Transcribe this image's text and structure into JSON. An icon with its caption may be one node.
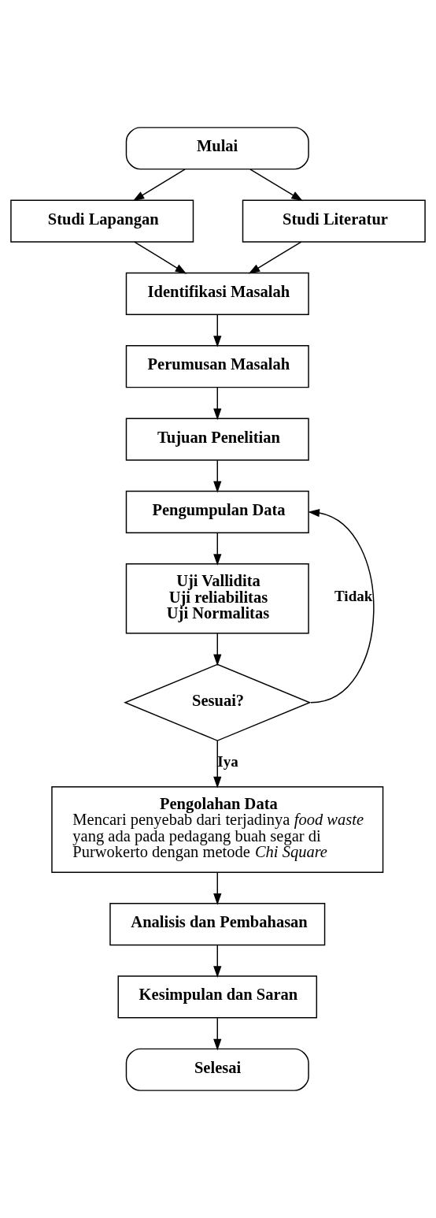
{
  "diagram": {
    "nodes": [
      {
        "text": [
          "Mulai"
        ]
      },
      {
        "text": [
          "Studi Lapangan"
        ]
      },
      {
        "text": [
          "Studi Literatur"
        ]
      },
      {
        "text": [
          "Identifikasi Masalah"
        ]
      },
      {
        "text": [
          "Perumusan Masalah"
        ]
      },
      {
        "text": [
          "Tujuan Penelitian"
        ]
      },
      {
        "text": [
          "Pengumpulan Data"
        ]
      },
      {
        "text": [
          "Uji Vallidita",
          "Uji reliabilitas",
          "Uji Normalitas"
        ]
      },
      {
        "text": [
          "Sesuai?"
        ]
      },
      {
        "text": [
          "Pengolahan Data",
          "Mencari penyebab dari terjadinya *food waste* yang ada pada pedagang buah segar di Purwokerto dengan metode *Chi Square*"
        ]
      },
      {
        "text": [
          "Analisis dan Pembahasan"
        ]
      },
      {
        "text": [
          "Kesimpulan dan Saran"
        ]
      },
      {
        "text": [
          "Selesai"
        ]
      }
    ],
    "edges": [
      {
        "from": 0,
        "to": 1,
        "arrow": "to"
      },
      {
        "from": 0,
        "to": 2,
        "arrow": "to"
      },
      {
        "from": 1,
        "to": 3,
        "arrow": "to"
      },
      {
        "from": 2,
        "to": 3,
        "arrow": "to"
      },
      {
        "from": 3,
        "to": 4,
        "arrow": "to"
      },
      {
        "from": 4,
        "to": 5,
        "arrow": "to"
      },
      {
        "from": 5,
        "to": 6,
        "arrow": "to"
      },
      {
        "from": 6,
        "to": 7,
        "arrow": "to"
      },
      {
        "from": 7,
        "to": 8,
        "arrow": "to"
      },
      {
        "from": 8,
        "to": 6,
        "arrow": "to",
        "label": "Tidak"
      },
      {
        "from": 8,
        "to": 9,
        "arrow": "to",
        "label": "Iya"
      },
      {
        "from": 9,
        "to": 10,
        "arrow": "to"
      },
      {
        "from": 10,
        "to": 11,
        "arrow": "to"
      },
      {
        "from": 11,
        "to": 12,
        "arrow": "to"
      }
    ]
  }
}
